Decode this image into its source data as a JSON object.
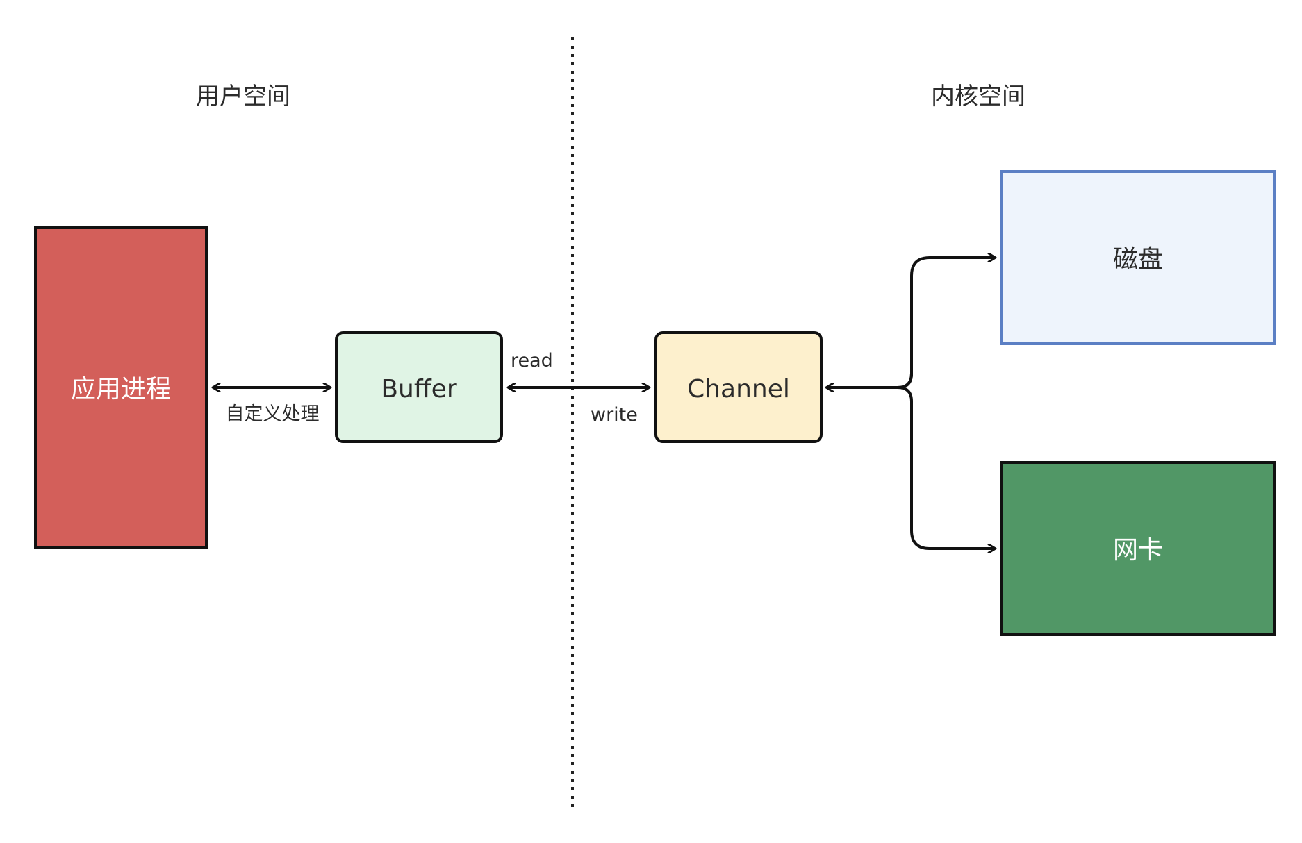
{
  "sections": {
    "user_space": "用户空间",
    "kernel_space": "内核空间"
  },
  "nodes": {
    "app_process": {
      "label": "应用进程",
      "fill": "#d35f5a",
      "border": "#111111"
    },
    "buffer": {
      "label": "Buffer",
      "fill": "#e0f4e5",
      "border": "#111111"
    },
    "channel": {
      "label": "Channel",
      "fill": "#fdf0cd",
      "border": "#111111"
    },
    "disk": {
      "label": "磁盘",
      "fill": "#eef4fc",
      "border": "#5b7fc4"
    },
    "nic": {
      "label": "网卡",
      "fill": "#519766",
      "border": "#111111"
    }
  },
  "edges": {
    "app_buffer": "自定义处理",
    "buffer_channel_read": "read",
    "buffer_channel_write": "write"
  },
  "divider": {
    "style": "dotted",
    "color": "#222222"
  }
}
